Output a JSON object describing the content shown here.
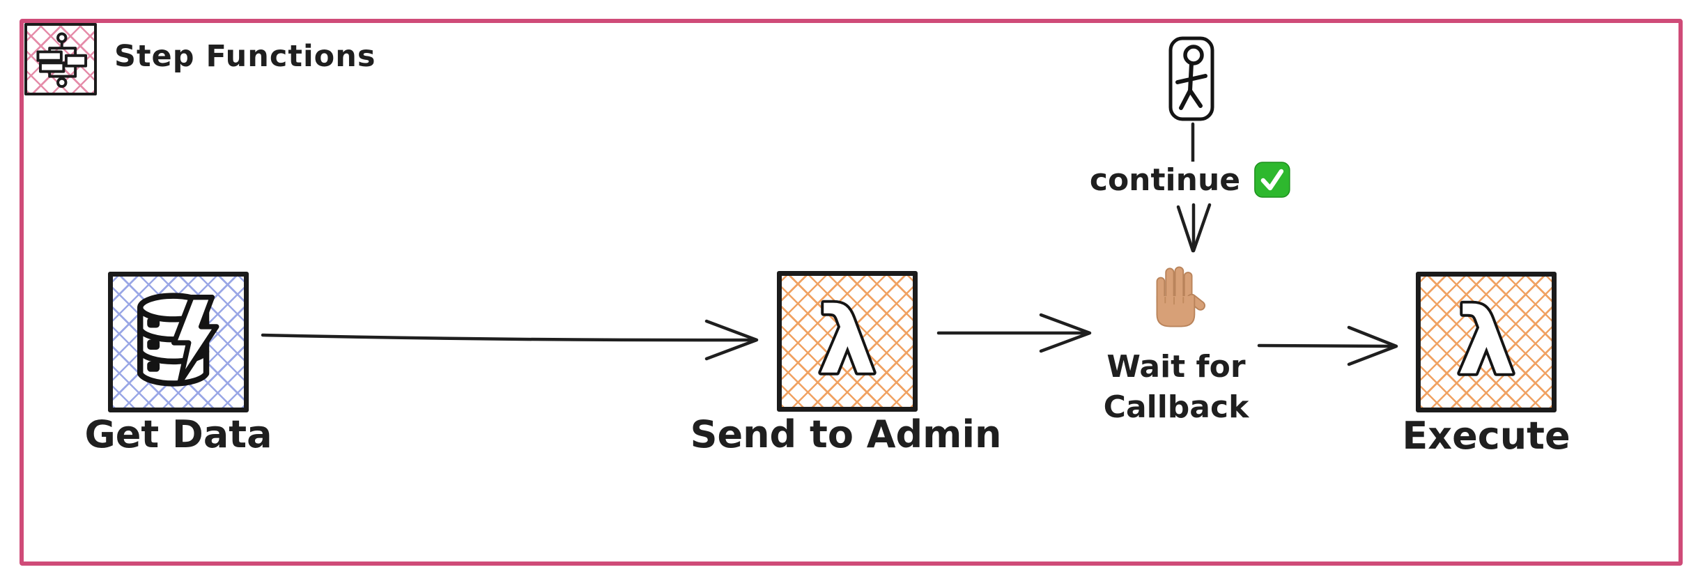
{
  "diagram": {
    "title": "Step Functions",
    "lambda_glyph": "λ",
    "colors": {
      "container_border": "#cf4b78",
      "container_hatch": "#e58ca9",
      "stroke": "#1f1f1f",
      "dynamodb_hatch": "#9aa7e6",
      "lambda_hatch": "#f0a263",
      "check_green": "#2eb82e",
      "hand_skin": "#d7a077"
    },
    "nodes": [
      {
        "id": "get-data",
        "label": "Get Data",
        "icon": "dynamodb-icon",
        "hatch": "#9aa7e6"
      },
      {
        "id": "send-to-admin",
        "label": "Send to Admin",
        "icon": "lambda-icon",
        "hatch": "#f0a263"
      },
      {
        "id": "wait-for-callback",
        "label_line1": "Wait for",
        "label_line2": "Callback",
        "icon": "raised-hand-emoji",
        "emoji": "✋🏽"
      },
      {
        "id": "execute",
        "label": "Execute",
        "icon": "lambda-icon",
        "hatch": "#f0a263"
      }
    ],
    "callback": {
      "actor_icon": "person-icon",
      "label": "continue",
      "label_emoji": "✅"
    },
    "edges": [
      {
        "from": "get-data",
        "to": "send-to-admin"
      },
      {
        "from": "send-to-admin",
        "to": "wait-for-callback"
      },
      {
        "from": "wait-for-callback",
        "to": "execute"
      },
      {
        "from": "person",
        "to": "wait-for-callback",
        "label": "continue"
      }
    ]
  }
}
